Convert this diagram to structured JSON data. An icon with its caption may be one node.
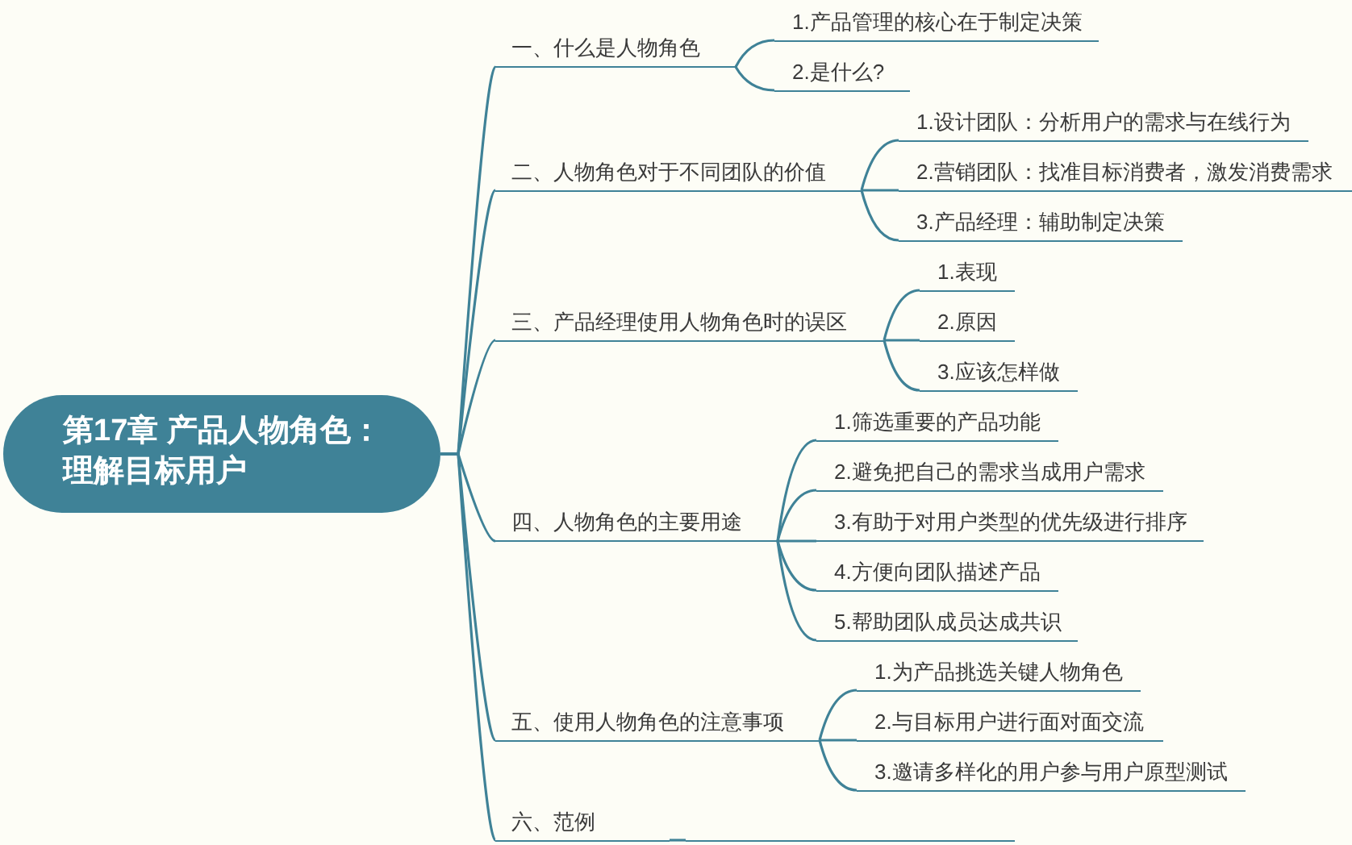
{
  "diagram": {
    "nodes": [
      {
        "text": [
          "第17章 产品人物角色：理解目标用户"
        ]
      },
      {
        "text": [
          "一、什么是人物角色"
        ]
      },
      {
        "text": [
          "1.产品管理的核心在于制定决策"
        ]
      },
      {
        "text": [
          "2.是什么?"
        ]
      },
      {
        "text": [
          "二、人物角色对于不同团队的价值"
        ]
      },
      {
        "text": [
          "1.设计团队：分析用户的需求与在线行为"
        ]
      },
      {
        "text": [
          "2.营销团队：找准目标消费者，激发消费需求"
        ]
      },
      {
        "text": [
          "3.产品经理：辅助制定决策"
        ]
      },
      {
        "text": [
          "三、产品经理使用人物角色时的误区"
        ]
      },
      {
        "text": [
          "1.表现"
        ]
      },
      {
        "text": [
          "2.原因"
        ]
      },
      {
        "text": [
          "3.应该怎样做"
        ]
      },
      {
        "text": [
          "四、人物角色的主要用途"
        ]
      },
      {
        "text": [
          "1.筛选重要的产品功能"
        ]
      },
      {
        "text": [
          "2.避免把自己的需求当成用户需求"
        ]
      },
      {
        "text": [
          "3.有助于对用户类型的优先级进行排序"
        ]
      },
      {
        "text": [
          "4.方便向团队描述产品"
        ]
      },
      {
        "text": [
          "5.帮助团队成员达成共识"
        ]
      },
      {
        "text": [
          "五、使用人物角色的注意事项"
        ]
      },
      {
        "text": [
          "1.为产品挑选关键人物角色"
        ]
      },
      {
        "text": [
          "2.与目标用户进行面对面交流"
        ]
      },
      {
        "text": [
          "3.邀请多样化的用户参与用户原型测试"
        ]
      },
      {
        "text": [
          "六、范例"
        ]
      },
      {
        "text": [],
        "shape": "line"
      }
    ],
    "edges": [
      {
        "from": 0,
        "to": 1,
        "arrow": "none"
      },
      {
        "from": 1,
        "to": 2,
        "arrow": "none"
      },
      {
        "from": 1,
        "to": 3,
        "arrow": "none"
      },
      {
        "from": 0,
        "to": 4,
        "arrow": "none"
      },
      {
        "from": 4,
        "to": 5,
        "arrow": "none"
      },
      {
        "from": 4,
        "to": 6,
        "arrow": "none"
      },
      {
        "from": 4,
        "to": 7,
        "arrow": "none"
      },
      {
        "from": 0,
        "to": 8,
        "arrow": "none"
      },
      {
        "from": 8,
        "to": 9,
        "arrow": "none"
      },
      {
        "from": 8,
        "to": 10,
        "arrow": "none"
      },
      {
        "from": 8,
        "to": 11,
        "arrow": "none"
      },
      {
        "from": 0,
        "to": 12,
        "arrow": "none"
      },
      {
        "from": 12,
        "to": 13,
        "arrow": "none"
      },
      {
        "from": 12,
        "to": 14,
        "arrow": "none"
      },
      {
        "from": 12,
        "to": 15,
        "arrow": "none"
      },
      {
        "from": 12,
        "to": 16,
        "arrow": "none"
      },
      {
        "from": 12,
        "to": 17,
        "arrow": "none"
      },
      {
        "from": 0,
        "to": 18,
        "arrow": "none"
      },
      {
        "from": 18,
        "to": 19,
        "arrow": "none"
      },
      {
        "from": 18,
        "to": 20,
        "arrow": "none"
      },
      {
        "from": 18,
        "to": 21,
        "arrow": "none"
      },
      {
        "from": 0,
        "to": 22,
        "arrow": "none"
      },
      {
        "from": 22,
        "to": 23,
        "arrow": "none"
      }
    ]
  }
}
